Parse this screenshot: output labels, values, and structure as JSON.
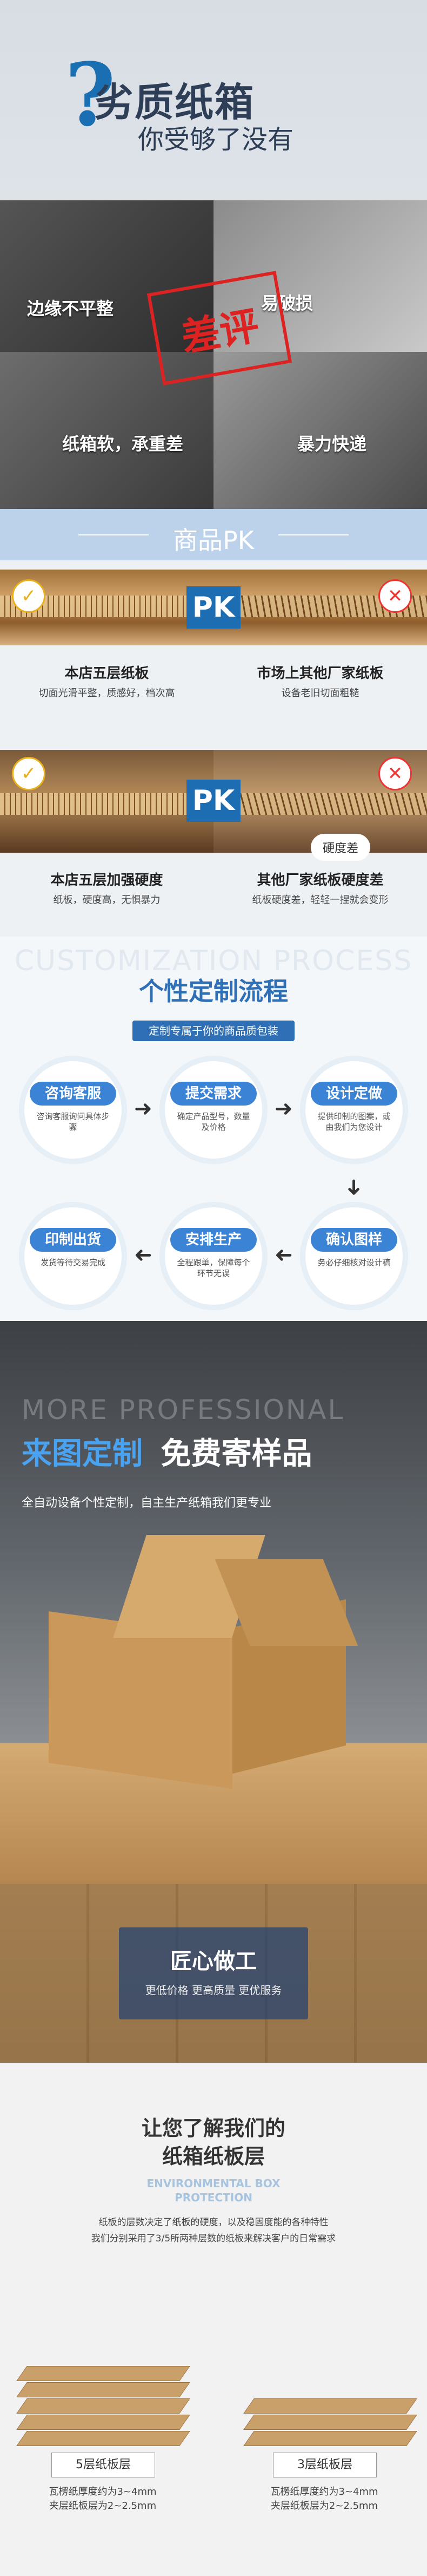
{
  "section1": {
    "question_mark": "?",
    "title": "劣质纸箱",
    "subtitle": "你受够了没有",
    "tiles": [
      {
        "label": "边缘不平整"
      },
      {
        "label": "易破损"
      },
      {
        "label": "纸箱软，承重差"
      },
      {
        "label": "暴力快递"
      }
    ],
    "stamp": "差评"
  },
  "section2": {
    "header": "商品PK",
    "pk_label": "PK",
    "row1": {
      "left_title": "本店五层纸板",
      "left_desc": "切面光滑平整，质感好，档次高",
      "right_title": "市场上其他厂家纸板",
      "right_desc": "设备老旧切面粗糙"
    },
    "row2": {
      "left_title": "本店五层加强硬度",
      "left_desc": "纸板，硬度高，无惧暴力",
      "right_title": "其他厂家纸板硬度差",
      "right_desc": "纸板硬度差，轻轻一捏就会变形",
      "hard_tag": "硬度差"
    }
  },
  "section3": {
    "watermark": "CUSTOMIZATION PROCESS",
    "title": "个性定制流程",
    "subtitle": "定制专属于你的商品质包装",
    "steps": [
      {
        "head": "咨询客服",
        "desc": "咨询客服询问具体步骤"
      },
      {
        "head": "提交需求",
        "desc": "确定产品型号，数量及价格"
      },
      {
        "head": "设计定做",
        "desc": "提供印制的图案，或由我们为您设计"
      },
      {
        "head": "确认图样",
        "desc": "务必仔细核对设计稿"
      },
      {
        "head": "安排生产",
        "desc": "全程跟单，保障每个环节无误"
      },
      {
        "head": "印制出货",
        "desc": "发货等待交易完成"
      }
    ]
  },
  "section4": {
    "watermark": "MORE PROFESSIONAL",
    "headline_a": "来图定制",
    "headline_b": "免费寄样品",
    "line": "全自动设备个性定制，自主生产纸箱我们更专业"
  },
  "section5": {
    "title": "匠心做工",
    "subtitle": "更低价格 更高质量 更优服务"
  },
  "section6": {
    "line1": "让您了解我们的",
    "line2": "纸箱纸板层",
    "en": "ENVIRONMENTAL BOX PROTECTION",
    "desc": "纸板的层数决定了纸板的硬度，以及稳固度能的各种特性\n我们分别采用了3/5所两种层数的纸板来解决客户的日常需求",
    "b5_label": "5层纸板层",
    "b5_note1": "瓦楞纸厚度约为3~4mm",
    "b5_note2": "夹层纸板层为2~2.5mm",
    "b3_label": "3层纸板层",
    "b3_note1": "瓦楞纸厚度约为3~4mm",
    "b3_note2": "夹层纸板层为2~2.5mm"
  },
  "colors": {
    "brand_blue": "#1d6db2",
    "accent_red": "#dd2222",
    "step_blue": "#3b83d4"
  }
}
